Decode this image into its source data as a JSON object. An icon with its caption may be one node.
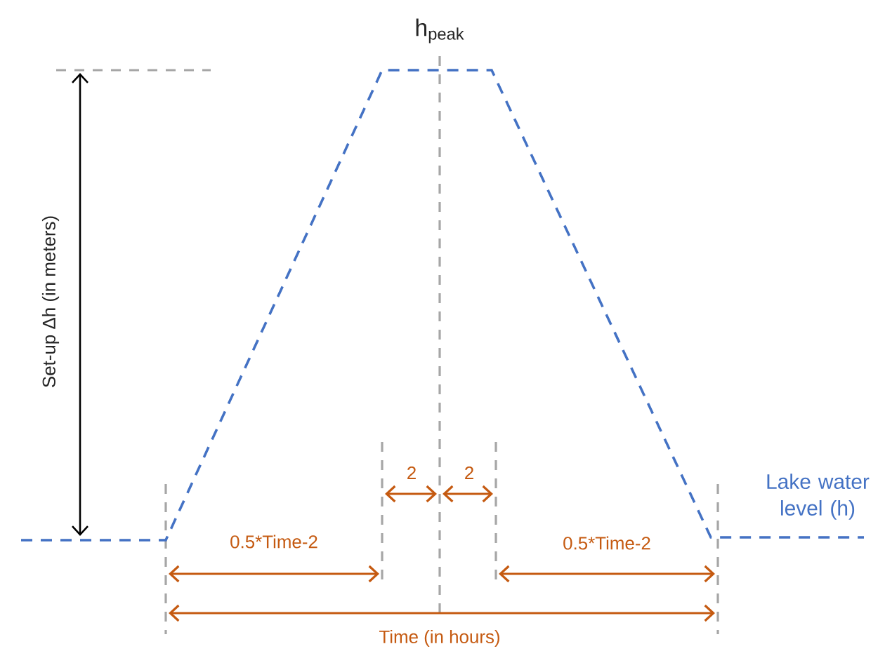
{
  "diagram": {
    "labels": [
      "h$_{peak}$",
      "Set-up Δh (in meters)",
      "2",
      "2",
      "Lake water level (h)",
      "0.5*Time-2",
      "0.5*Time-2",
      "Time (in hours)"
    ]
  }
}
